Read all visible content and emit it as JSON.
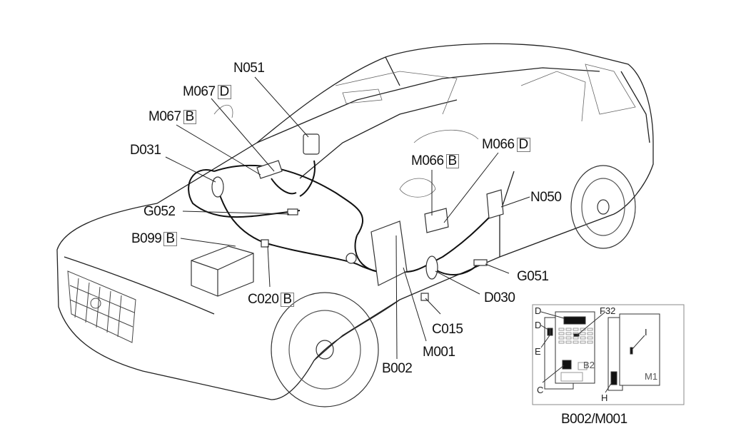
{
  "diagram": {
    "type": "vehicle-wiring-component-location",
    "labels": [
      {
        "id": "n051",
        "code": "N051",
        "suffix": ""
      },
      {
        "id": "m067d",
        "code": "M067",
        "suffix": "D"
      },
      {
        "id": "m067b",
        "code": "M067",
        "suffix": "B"
      },
      {
        "id": "d031",
        "code": "D031",
        "suffix": ""
      },
      {
        "id": "g052",
        "code": "G052",
        "suffix": ""
      },
      {
        "id": "b099b",
        "code": "B099",
        "suffix": "B"
      },
      {
        "id": "c020b",
        "code": "C020",
        "suffix": "B"
      },
      {
        "id": "m066d",
        "code": "M066",
        "suffix": "D"
      },
      {
        "id": "m066b",
        "code": "M066",
        "suffix": "B"
      },
      {
        "id": "n050",
        "code": "N050",
        "suffix": ""
      },
      {
        "id": "g051",
        "code": "G051",
        "suffix": ""
      },
      {
        "id": "d030",
        "code": "D030",
        "suffix": ""
      },
      {
        "id": "c015",
        "code": "C015",
        "suffix": ""
      },
      {
        "id": "m001",
        "code": "M001",
        "suffix": ""
      },
      {
        "id": "b002",
        "code": "B002",
        "suffix": ""
      }
    ],
    "inset": {
      "caption": "B002/M001",
      "pin_labels": [
        "D",
        "D",
        "E",
        "C",
        "F32",
        "B2",
        "H",
        "I",
        "M1"
      ]
    }
  }
}
